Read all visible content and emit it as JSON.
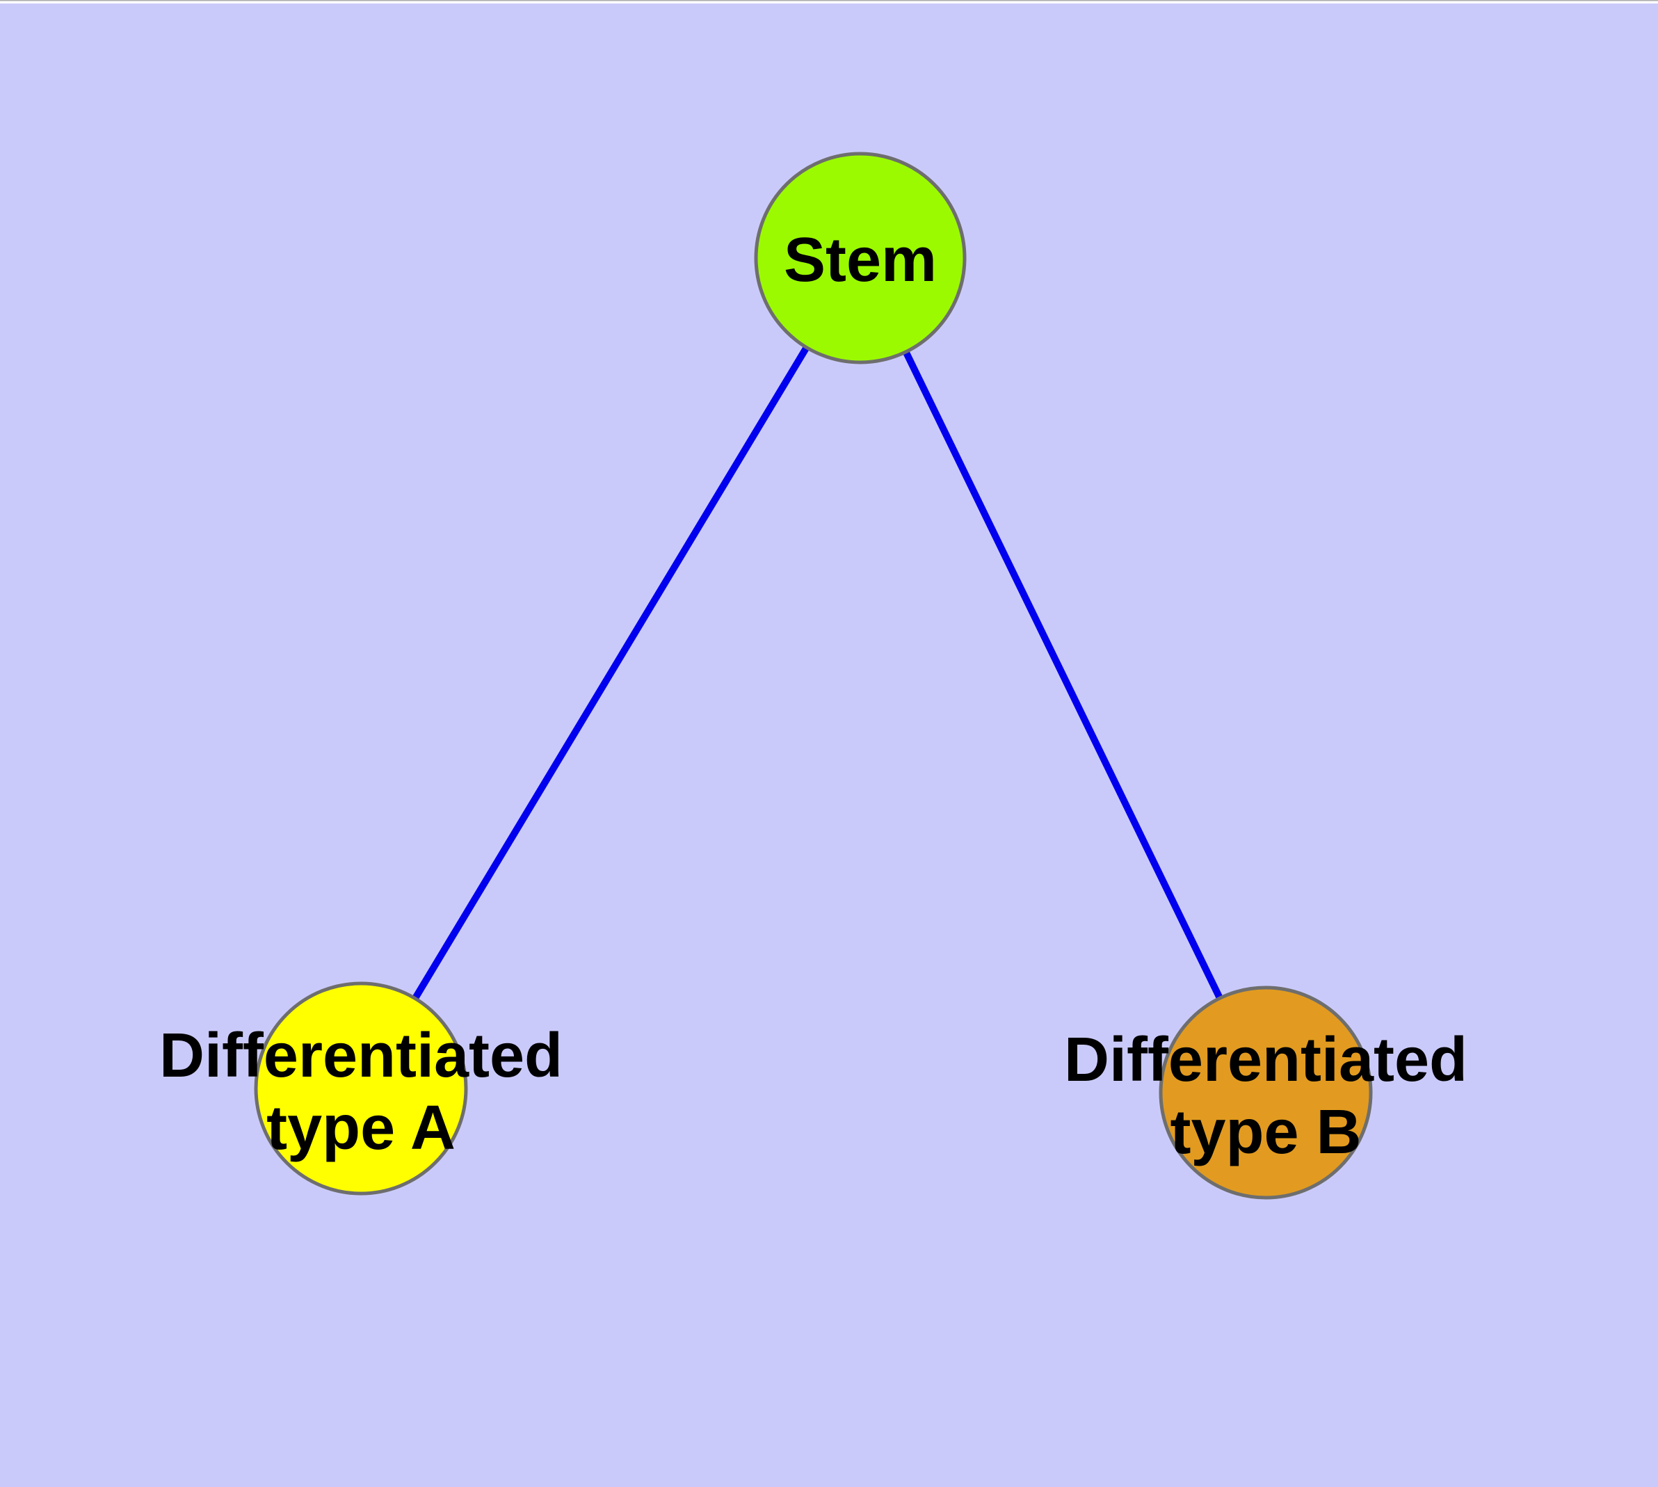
{
  "diagram": {
    "type": "node-link-graph",
    "background_color": "#CACAFA",
    "top_edge_hairline_color": "#ABABAB",
    "top_edge_strip_color": "#FFFFFF",
    "edge_color": "#0000EE",
    "node_border_color": "#6E6E6E",
    "label_color": "#000000",
    "nodes": [
      {
        "id": "stem",
        "label": "Stem",
        "label_line1": "Stem",
        "label_line2": "",
        "fill": "#9BFA00"
      },
      {
        "id": "differentiated-type-a",
        "label": "Differentiated type A",
        "label_line1": "Differentiated",
        "label_line2": "type A",
        "fill": "#FFFF00"
      },
      {
        "id": "differentiated-type-b",
        "label": "Differentiated type B",
        "label_line1": "Differentiated",
        "label_line2": "type B",
        "fill": "#E29B20"
      }
    ],
    "edges": [
      {
        "from": "Stem",
        "to": "Differentiated type A"
      },
      {
        "from": "Stem",
        "to": "Differentiated type B"
      }
    ]
  }
}
